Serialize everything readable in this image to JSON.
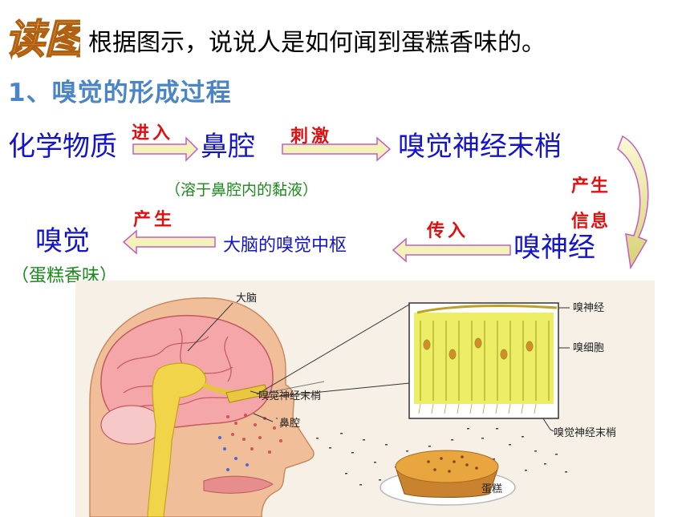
{
  "header": {
    "badge": "读图",
    "prompt": "根据图示，说说人是如何闻到蛋糕香味的。"
  },
  "section_title": "1、嗅觉的形成过程",
  "flow": {
    "chemical": "化学物质",
    "enter": "进入",
    "nasal_cavity": "鼻腔",
    "nasal_note": "（溶于鼻腔内的黏液）",
    "stimulate": "刺激",
    "nerve_ending": "嗅觉神经末梢",
    "produce_1": "产生",
    "info": "信息",
    "olfactory_nerve": "嗅神经",
    "transmit": "传入",
    "brain_center": "大脑的嗅觉中枢",
    "produce_2": "产生",
    "smell": "嗅觉",
    "smell_note": "（蛋糕香味）"
  },
  "illustration": {
    "brain": "大脑",
    "nerve_ending": "嗅觉神经末梢",
    "nasal_cavity": "鼻腔",
    "cake": "蛋糕",
    "olfactory_nerve": "嗅神经",
    "olfactory_cell": "嗅细胞",
    "inset_nerve_ending": "嗅觉神经末梢"
  },
  "colors": {
    "node_blue": "#1414c8",
    "verb_red": "#e01010",
    "note_green": "#1a8a1a",
    "section_blue": "#4a86c5",
    "arrow_yellow": "#f3f2b8",
    "arrow_outline": "#c35cc8"
  }
}
